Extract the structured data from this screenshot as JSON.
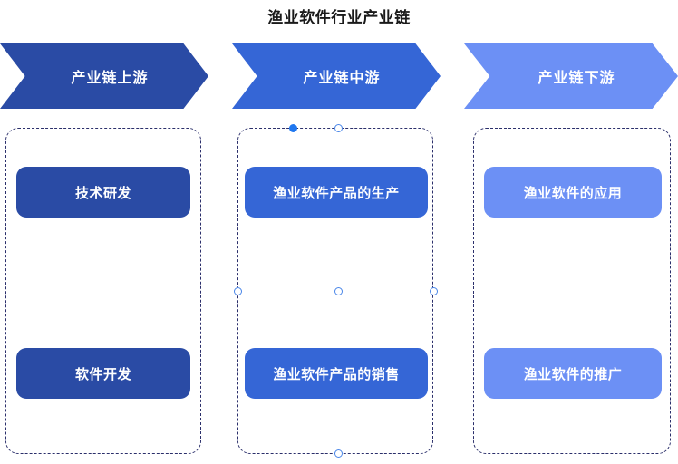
{
  "chart_data": {
    "type": "diagram",
    "diagram_kind": "industry-value-chain",
    "title": "渔业软件行业产业链",
    "orientation": "horizontal",
    "stages": [
      {
        "id": "upstream",
        "header": "产业链上游",
        "color": "#2a4ba5",
        "items": [
          "技术研发",
          "软件开发"
        ]
      },
      {
        "id": "midstream",
        "header": "产业链中游",
        "color": "#3566d6",
        "items": [
          "渔业软件产品的生产",
          "渔业软件产品的销售"
        ]
      },
      {
        "id": "downstream",
        "header": "产业链下游",
        "color": "#6c90f5",
        "items": [
          "渔业软件的应用",
          "渔业软件的推广"
        ]
      }
    ]
  },
  "title": "渔业软件行业产业链",
  "stages": [
    {
      "header": "产业链上游",
      "color": "#2a4ba5",
      "items": [
        {
          "label": "技术研发"
        },
        {
          "label": "软件开发"
        }
      ]
    },
    {
      "header": "产业链中游",
      "color": "#3566d6",
      "items": [
        {
          "label": "渔业软件产品的生产"
        },
        {
          "label": "渔业软件产品的销售"
        }
      ]
    },
    {
      "header": "产业链下游",
      "color": "#6c90f5",
      "items": [
        {
          "label": "渔业软件的应用"
        },
        {
          "label": "渔业软件的推广"
        }
      ]
    }
  ],
  "selection": {
    "target_stage": "产业链中游",
    "handle_color": "#4a86e8",
    "active_handle_color": "#1f77ef",
    "border_color": "#2b2f6b"
  }
}
